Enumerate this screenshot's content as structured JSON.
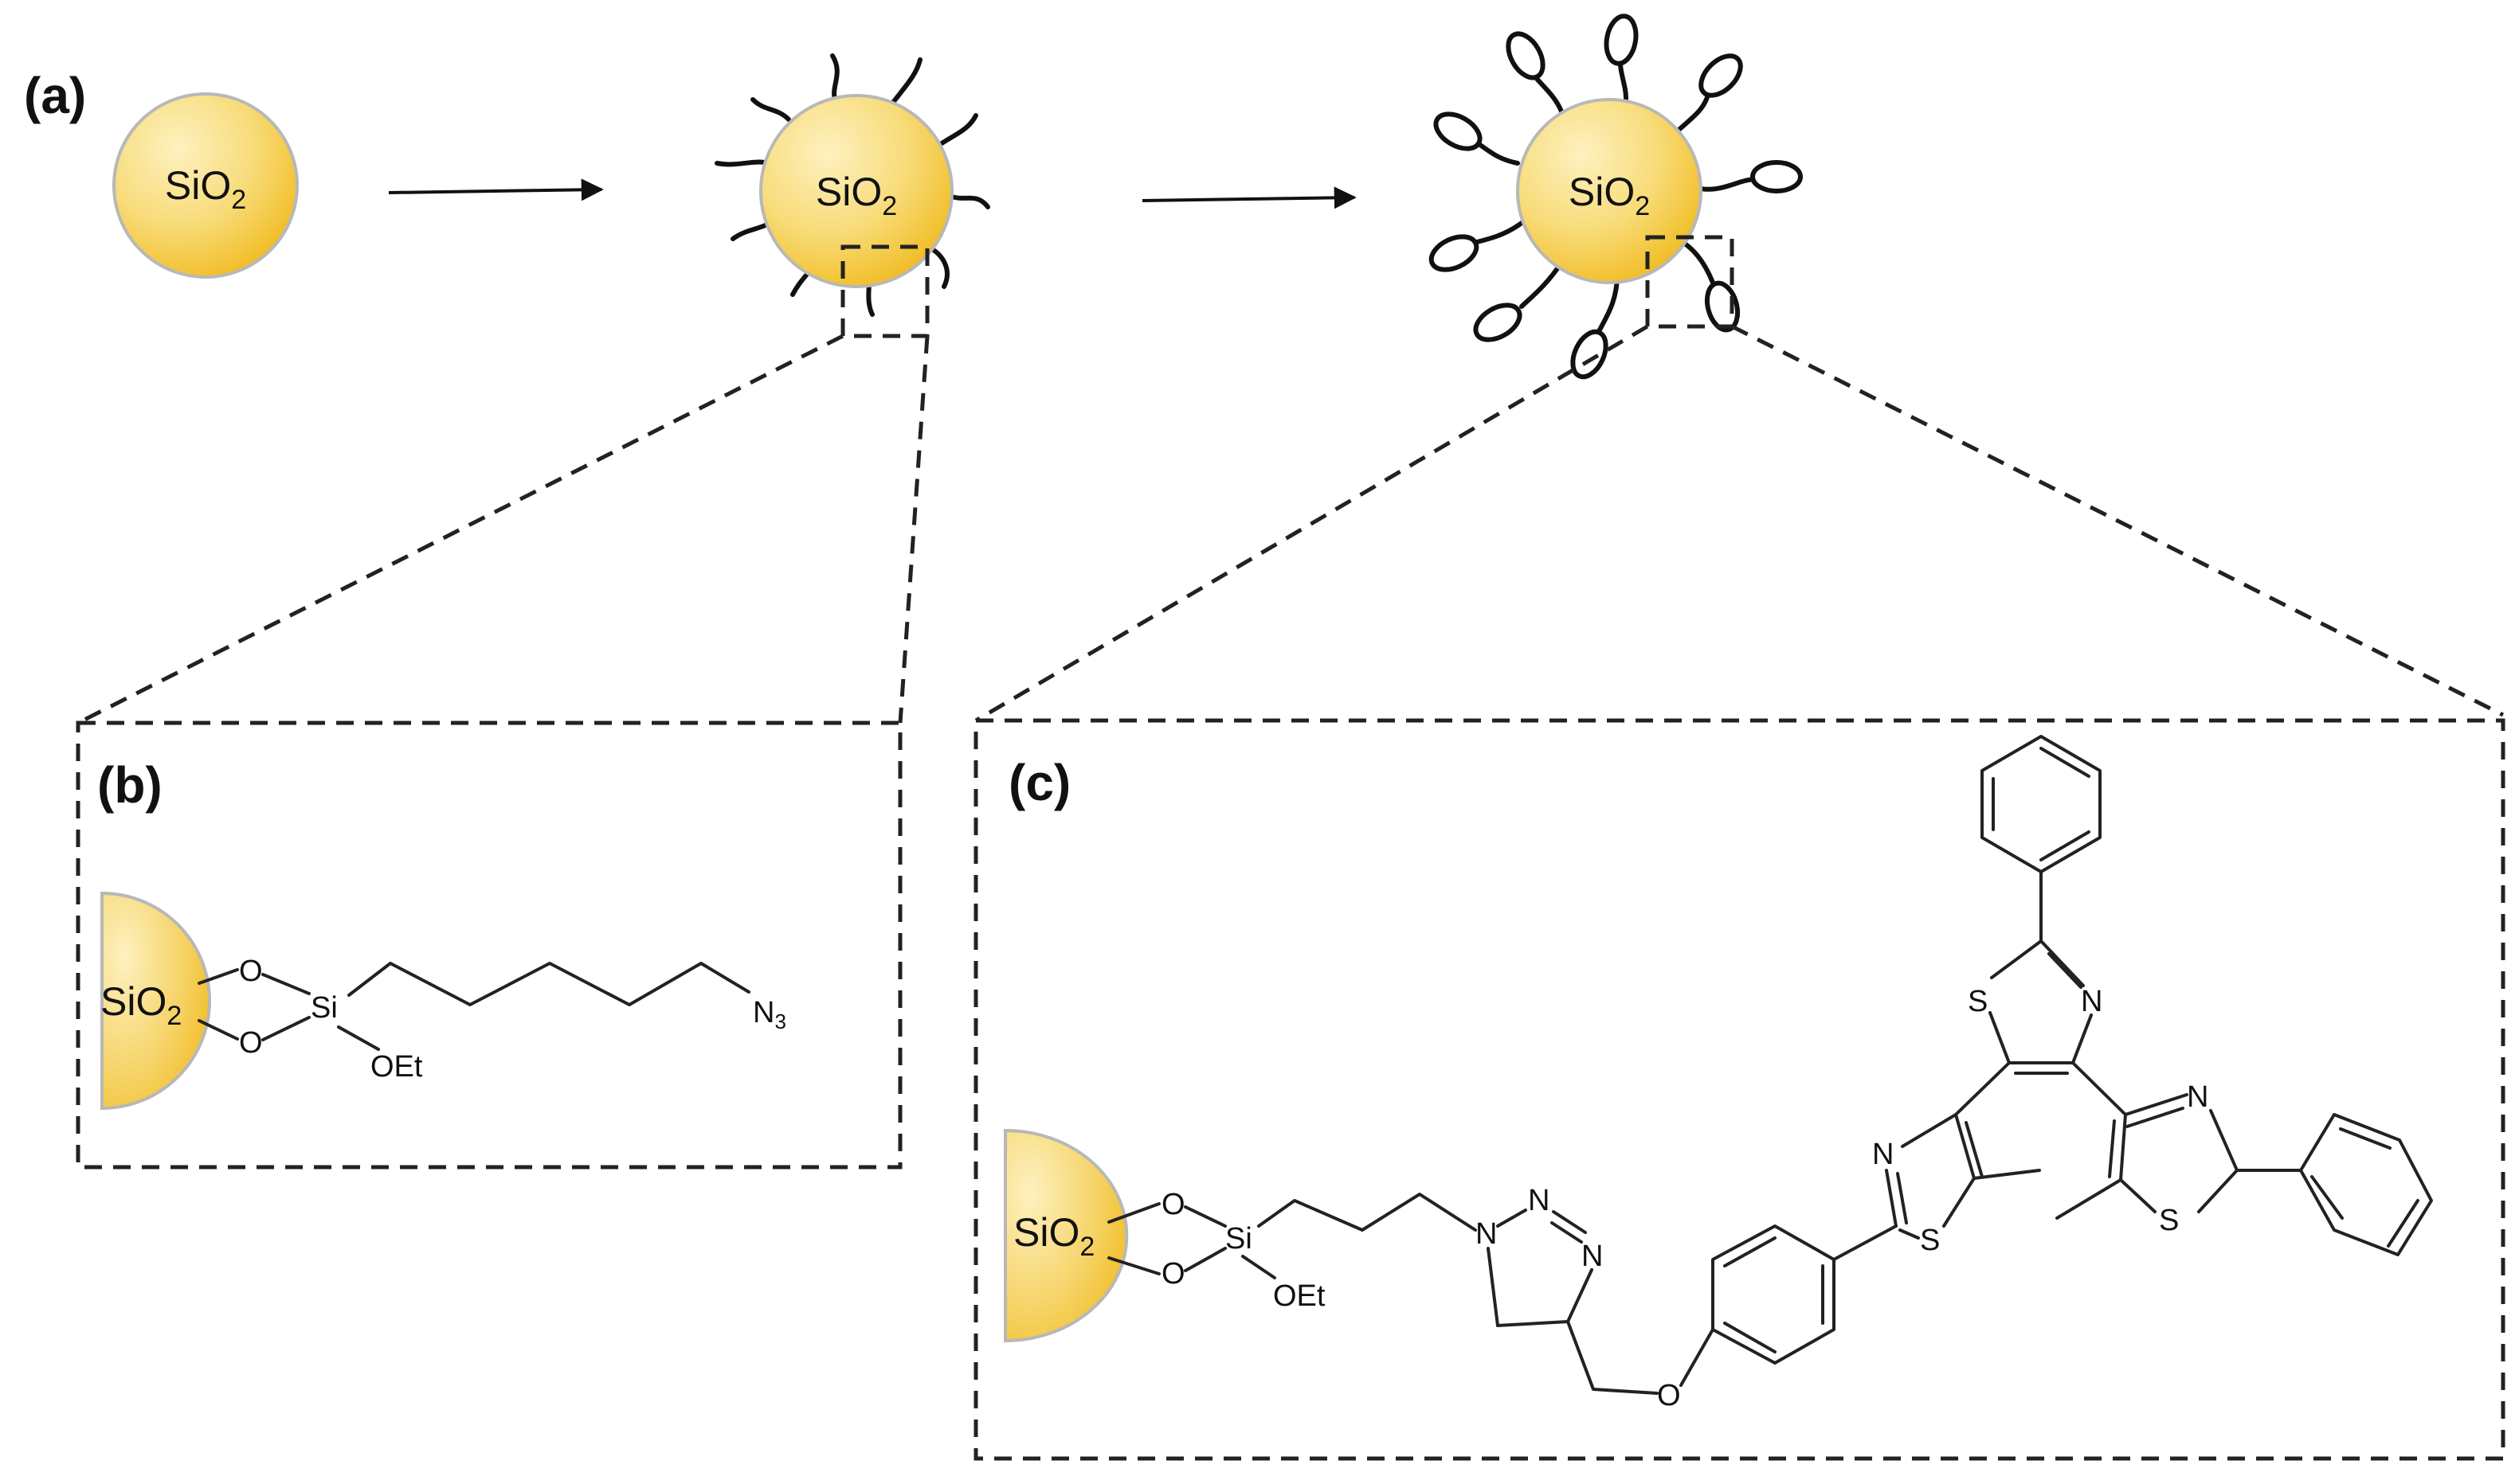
{
  "panels": {
    "a": "(a)",
    "b": "(b)",
    "c": "(c)"
  },
  "particle": {
    "base": "SiO",
    "subscript": "2"
  },
  "molecule_b": {
    "oxygen_top": "O",
    "oxygen_bottom": "O",
    "silicon": "Si",
    "ethoxy": "OEt",
    "azide_base": "N",
    "azide_subscript": "3"
  },
  "molecule_c": {
    "oxygen_top": "O",
    "oxygen_bottom": "O",
    "silicon": "Si",
    "ethoxy": "OEt",
    "triazole_n1": "N",
    "triazole_n2": "N",
    "triazole_n3": "N",
    "ether_oxygen": "O",
    "thiazole1_n": "N",
    "thiazole1_s": "S",
    "thiazole2_s": "S",
    "thiazole2_n": "N",
    "thiazole3_n": "N",
    "thiazole3_s": "S"
  },
  "colors": {
    "particle_core": "#f3c83a",
    "particle_highlight": "#fdf1bf",
    "outline": "#222222"
  }
}
